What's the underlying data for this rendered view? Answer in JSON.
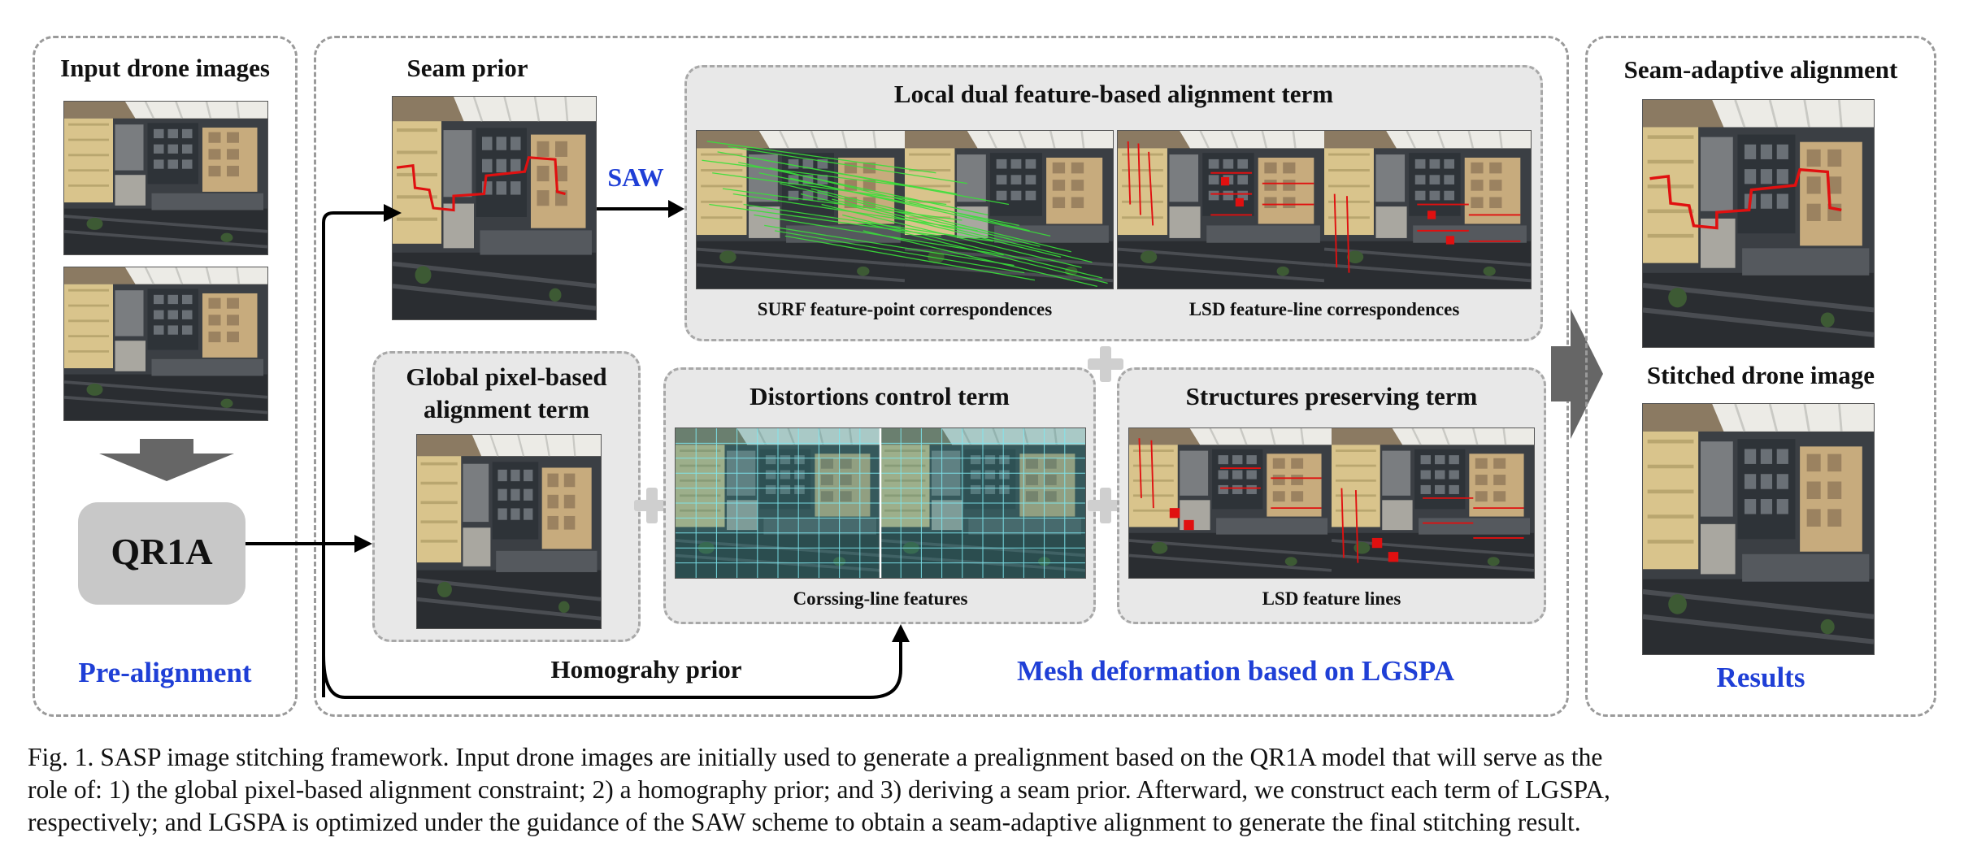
{
  "panels": {
    "prealign": {
      "title": "Input drone images",
      "qr_label": "QR1A",
      "footer": "Pre-alignment"
    },
    "mesh": {
      "seam_prior": "Seam prior",
      "saw": "SAW",
      "local_title": "Local dual feature-based alignment term",
      "surf_caption": "SURF feature-point correspondences",
      "lsd_corr_caption": "LSD feature-line correspondences",
      "global_title": "Global pixel-based alignment term",
      "distortion_title": "Distortions control term",
      "crossing_caption": "Corssing-line features",
      "structure_title": "Structures preserving term",
      "lsd_lines_caption": "LSD feature lines",
      "homography": "Homograhy prior",
      "footer": "Mesh deformation based on LGSPA"
    },
    "results": {
      "seam_title": "Seam-adaptive alignment",
      "stitched_title": "Stitched drone image",
      "footer": "Results"
    }
  },
  "caption": {
    "lines": [
      "Fig. 1.   SASP image stitching framework. Input drone images are initially used to generate a prealignment based on the QR1A model that will serve as the",
      "role of: 1) the global pixel-based alignment constraint; 2) a homography prior; and 3) deriving a seam prior. Afterward, we construct each term of LGSPA,",
      "respectively; and LGSPA is optimized under the guidance of the SAW scheme to obtain a seam-adaptive alignment to generate the final stitching result."
    ]
  },
  "colors": {
    "accent_blue": "#1f3fd6",
    "panel_border": "#9a9a9a",
    "subpanel_fill": "#e8e8e8",
    "arrow_gray": "#666666",
    "seam_red": "#e01010",
    "feature_green": "#39e039",
    "feature_cyan": "#7fe8f0"
  }
}
